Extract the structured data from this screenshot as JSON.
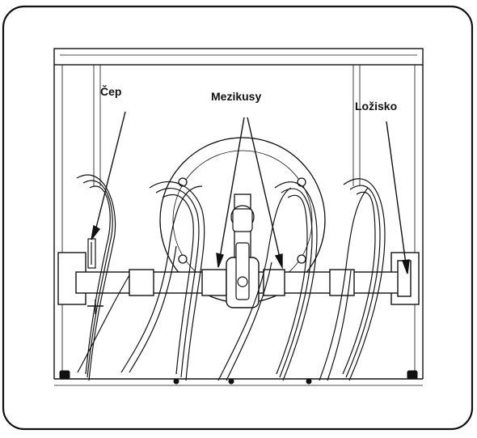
{
  "labels": {
    "cep": "Čep",
    "mezikusy": "Mezikusy",
    "lozisko": "Ložisko"
  },
  "colors": {
    "line": "#111111",
    "background": "#ffffff"
  }
}
